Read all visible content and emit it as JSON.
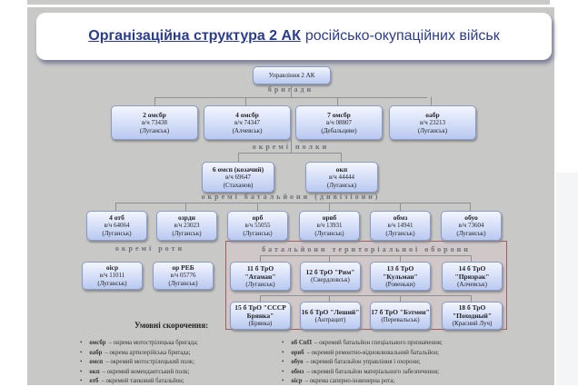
{
  "title": {
    "underlined": "Організаційна структура 2 АК",
    "rest": "російсько-окупаційних військ"
  },
  "hq": "Управління 2 АК",
  "labels": {
    "brigades": "бригади",
    "regiments": "окремі полки",
    "battalions": "окремі батальйони (дивізіони)",
    "companies": "окремі роти",
    "tro": "батальйони територіальної оборони"
  },
  "brigades": [
    {
      "n": "2 омсбр",
      "u": "в/ч 73438",
      "c": "(Луганськ)"
    },
    {
      "n": "4 омсбр",
      "u": "в/ч 74347",
      "c": "(Алчевськ)"
    },
    {
      "n": "7 омсбр",
      "u": "в/ч 08807",
      "c": "(Дебальцеве)"
    },
    {
      "n": "оабр",
      "u": "в/ч 23213",
      "c": "(Луганськ)"
    }
  ],
  "regiments": [
    {
      "n": "6 омсп (козачий)",
      "u": "в/ч 69647",
      "c": "(Стаханов)"
    },
    {
      "n": "окп",
      "u": "в/ч 44444",
      "c": "(Луганськ)"
    }
  ],
  "battalions": [
    {
      "n": "4 отб",
      "u": "в/ч 64064",
      "c": "(Луганськ)"
    },
    {
      "n": "озрдн",
      "u": "в/ч 23023",
      "c": "(Луганськ)"
    },
    {
      "n": "орб",
      "u": "в/ч 55055",
      "c": "(Луганськ)"
    },
    {
      "n": "орвб",
      "u": "в/ч 13931",
      "c": "(Луганськ)"
    },
    {
      "n": "обмз",
      "u": "в/ч 14941",
      "c": "(Луганськ)"
    },
    {
      "n": "обуо",
      "u": "в/ч 73604",
      "c": "(Луганськ)"
    }
  ],
  "companies": [
    {
      "n": "оіср",
      "u": "в/ч 11011",
      "c": "(Луганськ)"
    },
    {
      "n": "ор РЕБ",
      "u": "в/ч 05776",
      "c": "(Луганськ)"
    }
  ],
  "tro": [
    {
      "n": "11 б ТрО \"Атаман\"",
      "c": "(Луганськ)"
    },
    {
      "n": "12 б ТрО \"Рим\"",
      "c": "(Свердловськ)"
    },
    {
      "n": "13 б ТрО \"Кульман\"",
      "c": "(Ровеньки)"
    },
    {
      "n": "14 б ТрО \"Призрак\"",
      "c": "(Алчевськ)"
    },
    {
      "n": "15 б ТрО \"СССР Брянка\"",
      "c": "(Брянка)"
    },
    {
      "n": "16 б ТрО \"Леший\"",
      "c": "(Антрацит)"
    },
    {
      "n": "17 б ТрО \"Бэтмен\"",
      "c": "(Перевальськ)"
    },
    {
      "n": "18 б ТрО \"Походный\"",
      "c": "(Красний Луч)"
    }
  ],
  "legend": {
    "title": "Умовні скорочення:",
    "left": [
      {
        "a": "омсбр",
        "d": "– окрема мотострілецька бригада;"
      },
      {
        "a": "оабр",
        "d": "– окрема артилерійська бригада;"
      },
      {
        "a": "омсп",
        "d": "– окремий мотострілецький полк;"
      },
      {
        "a": "окп",
        "d": "– окремий комендантський полк;"
      },
      {
        "a": "отб",
        "d": "– окремий танковий батальйон;"
      }
    ],
    "right": [
      {
        "a": "об СпП",
        "d": "– окремий батальйон спеціального призначення;"
      },
      {
        "a": "орвб",
        "d": "– окремий ремонтно-відновлювальний батальйон;"
      },
      {
        "a": "обуо",
        "d": "– окремий батальйон управління і охорони;"
      },
      {
        "a": "обмз",
        "d": "– окремий батальйон матеріального забезпечення;"
      },
      {
        "a": "оіср",
        "d": "– окрема саперно-інженерна рота;"
      }
    ]
  }
}
